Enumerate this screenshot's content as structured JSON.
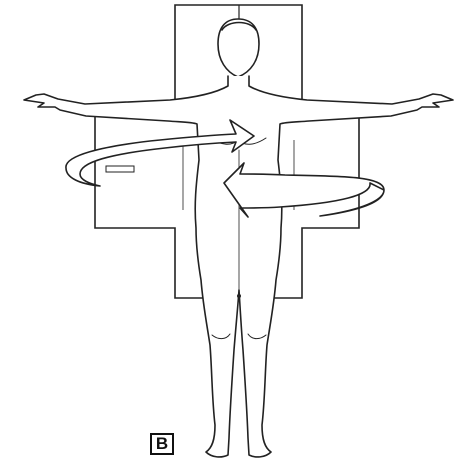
{
  "figure": {
    "panel_label": "B",
    "icons": [
      "human-figure",
      "rotation-arrows",
      "plus-shaped-panel"
    ]
  }
}
